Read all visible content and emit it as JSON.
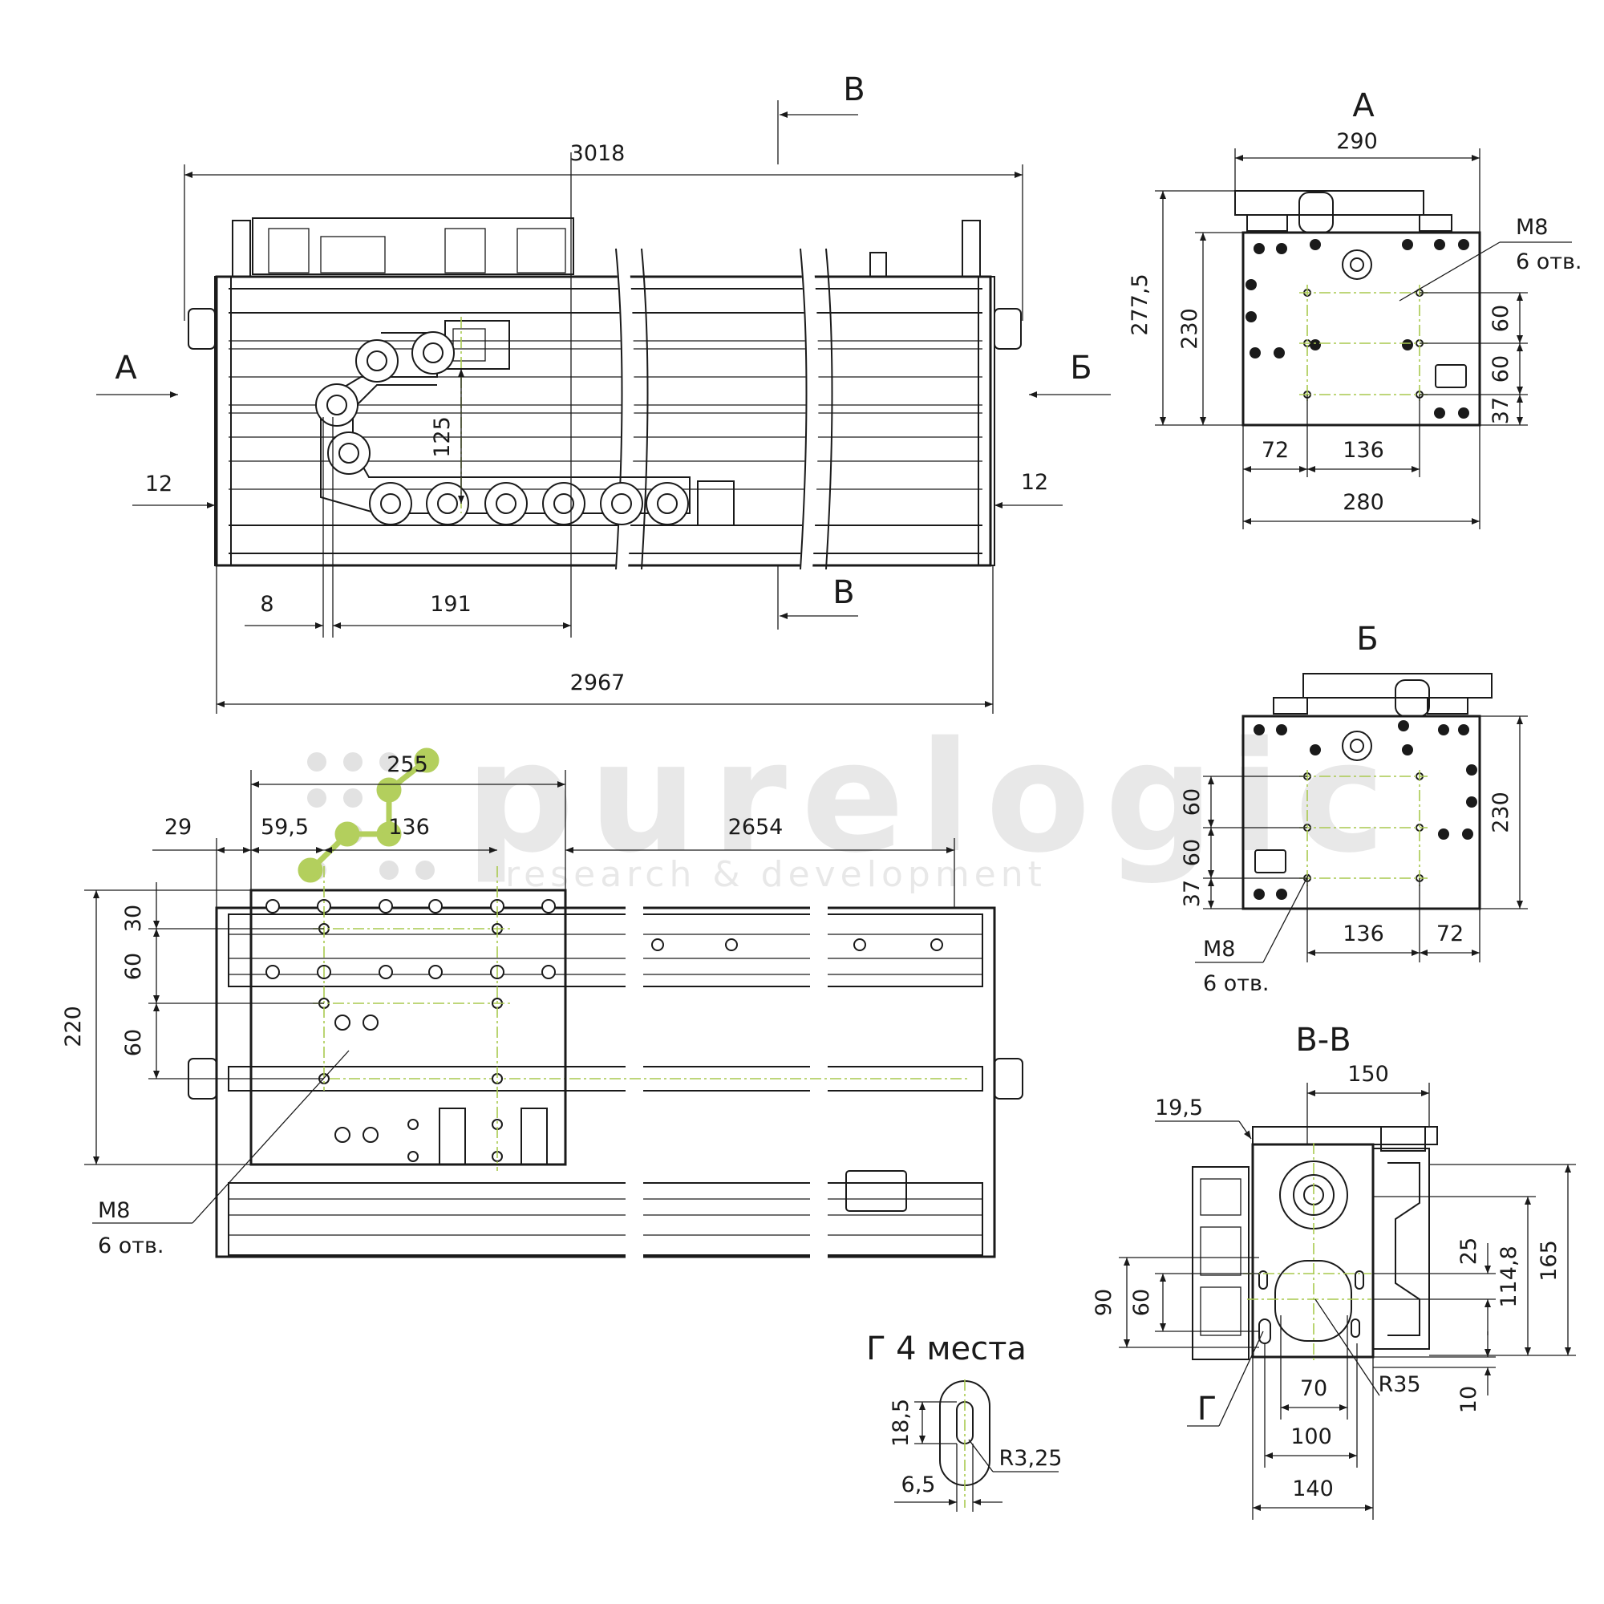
{
  "views": {
    "A": "А",
    "B": "Б",
    "V_arrow": "В",
    "VV": "В-В",
    "G_detail": "Г 4 места",
    "G_leader": "Г"
  },
  "dims": {
    "front": {
      "overall_length": "3018",
      "frame_length": "2967",
      "left_offset": "12",
      "right_offset": "12",
      "link_offset": "8",
      "carriage_pos": "191",
      "chain_height": "125"
    },
    "top": {
      "width_255": "255",
      "d29": "29",
      "d59_5": "59,5",
      "d136": "136",
      "travel": "2654",
      "d30": "30",
      "d60a": "60",
      "d60b": "60",
      "height_220": "220",
      "thread": "М8",
      "thread_count": "6 отв."
    },
    "viewA": {
      "w290": "290",
      "h277_5": "277,5",
      "h230": "230",
      "d60a": "60",
      "d60b": "60",
      "d37": "37",
      "d72": "72",
      "d136": "136",
      "w280": "280",
      "thread": "М8",
      "thread_count": "6 отв."
    },
    "viewB": {
      "h230": "230",
      "d60a": "60",
      "d60b": "60",
      "d37": "37",
      "d136": "136",
      "d72": "72",
      "thread": "М8",
      "thread_count": "6 отв."
    },
    "section": {
      "w150": "150",
      "d19_5": "19,5",
      "h165": "165",
      "h114_8": "114,8",
      "d25": "25",
      "h90": "90",
      "h60": "60",
      "d10": "10",
      "d70": "70",
      "r35": "R35",
      "w100": "100",
      "w140": "140"
    },
    "slot": {
      "len": "18,5",
      "width": "6,5",
      "radius": "R3,25"
    }
  },
  "watermark": {
    "brand": "purelogic",
    "tagline": "research & development"
  },
  "colors": {
    "line": "#1a1a1a",
    "centerline": "#a9c94f",
    "watermark": "#d6d6d6",
    "logo_green": "#b3cf5d"
  }
}
